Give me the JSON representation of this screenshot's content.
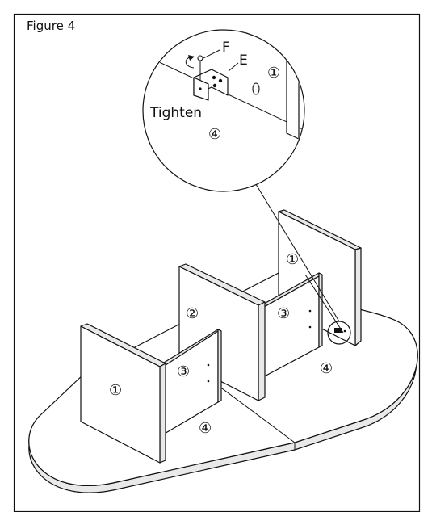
{
  "figure": {
    "title": "Figure 4",
    "detail": {
      "screw_label": "F",
      "bracket_label": "E",
      "panel_label": "①",
      "base_label": "④",
      "action_label": "Tighten"
    },
    "parts": {
      "left_side_panel": "①",
      "right_side_panel": "①",
      "center_panel": "②",
      "left_shelf": "③",
      "right_shelf": "③",
      "left_base": "④",
      "right_base": "④"
    }
  }
}
